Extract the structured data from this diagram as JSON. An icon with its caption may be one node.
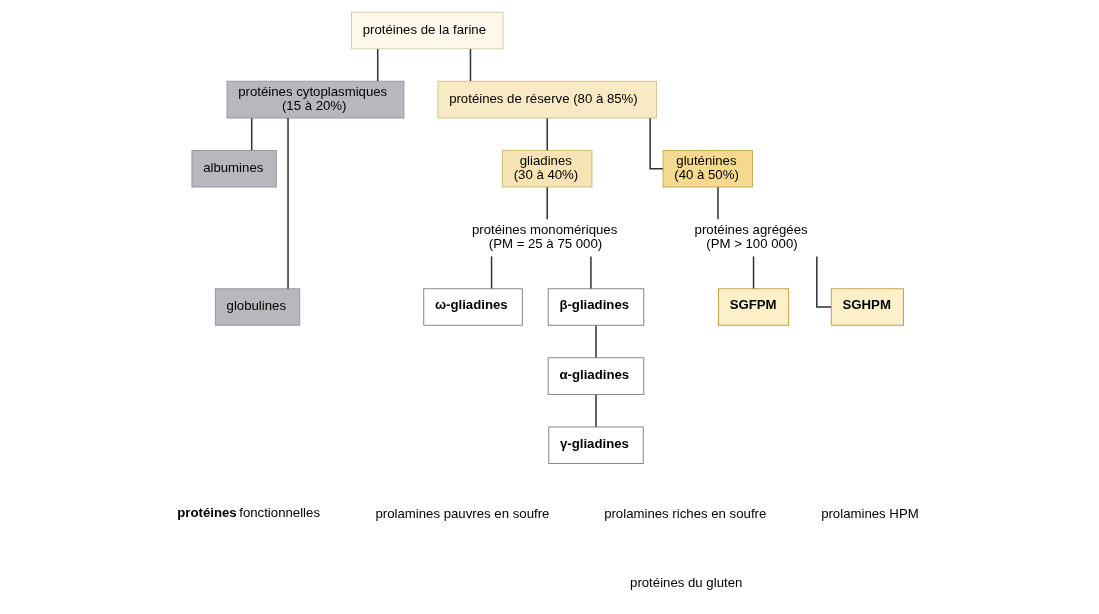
{
  "diagram": {
    "nodes": [
      {
        "text": [
          "protéines de la farine"
        ]
      },
      {
        "text": [
          "protéines cytoplasmiques (15 à 20%)"
        ]
      },
      {
        "text": [
          "protéines de réserve (80 à 85%)"
        ]
      },
      {
        "text": [
          "gliadines (30 à 40%)"
        ]
      },
      {
        "text": [
          "gluténines (40 à 50%)"
        ]
      },
      {
        "text": [
          "albumines"
        ]
      },
      {
        "text": [
          "globulines"
        ]
      },
      {
        "text": [
          "protéines monomériques (PM = 25 à 75 000)"
        ]
      },
      {
        "text": [
          "protéines agrégées (PM > 100 000)"
        ]
      },
      {
        "text": [
          "ω-gliadines"
        ]
      },
      {
        "text": [
          "β-gliadines"
        ]
      },
      {
        "text": [
          "α-gliadines"
        ]
      },
      {
        "text": [
          "γ-gliadines"
        ]
      },
      {
        "text": [
          "SGFPM"
        ]
      },
      {
        "text": [
          "SGHPM"
        ]
      }
    ],
    "edges": [
      {
        "from": 0,
        "to": 1,
        "arrow": "none"
      },
      {
        "from": 0,
        "to": 2,
        "arrow": "none"
      },
      {
        "from": 2,
        "to": 3,
        "arrow": "none"
      },
      {
        "from": 2,
        "to": 4,
        "arrow": "none"
      },
      {
        "from": 1,
        "to": 5,
        "arrow": "none"
      },
      {
        "from": 1,
        "to": 6,
        "arrow": "none"
      },
      {
        "from": 3,
        "to": 7,
        "arrow": "none"
      },
      {
        "from": 4,
        "to": 8,
        "arrow": "none"
      },
      {
        "from": 7,
        "to": 9,
        "arrow": "none"
      },
      {
        "from": 7,
        "to": 10,
        "arrow": "none"
      },
      {
        "from": 10,
        "to": 11,
        "arrow": "none"
      },
      {
        "from": 11,
        "to": 12,
        "arrow": "none"
      },
      {
        "from": 8,
        "to": 13,
        "arrow": "none"
      },
      {
        "from": 8,
        "to": 14,
        "arrow": "none"
      }
    ],
    "labels": [
      "prolamines pauvres en soufre",
      "prolamines riches en soufre",
      "prolamines HPM",
      "**protéines** fonctionnelles",
      "protéines du gluten"
    ]
  }
}
